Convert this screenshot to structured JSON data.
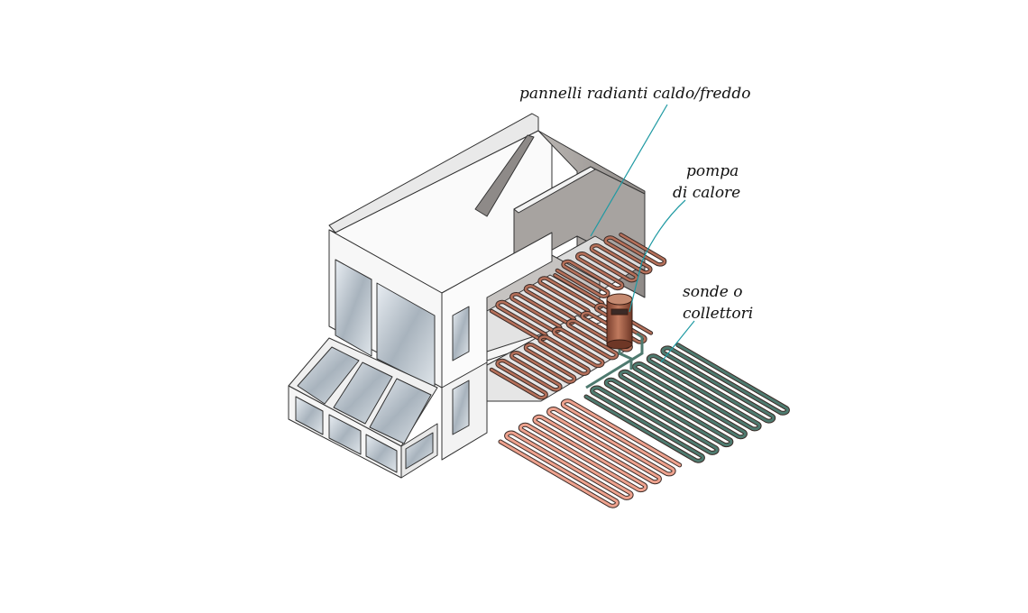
{
  "labels": {
    "radiant_panels": "pannelli radianti caldo/freddo",
    "heat_pump_line1": "pompa",
    "heat_pump_line2": "di calore",
    "probes_line1": "sonde o",
    "probes_line2": "collettori"
  },
  "colors": {
    "leader": "#1f9aa3",
    "copper_pipe": "#b5705a",
    "salmon_pipe": "#eea28e",
    "green_pipe": "#4e7a6f",
    "tank": "#9a5a45",
    "wall_light": "#f4f4f4",
    "wall_shadow": "#9c9896"
  }
}
